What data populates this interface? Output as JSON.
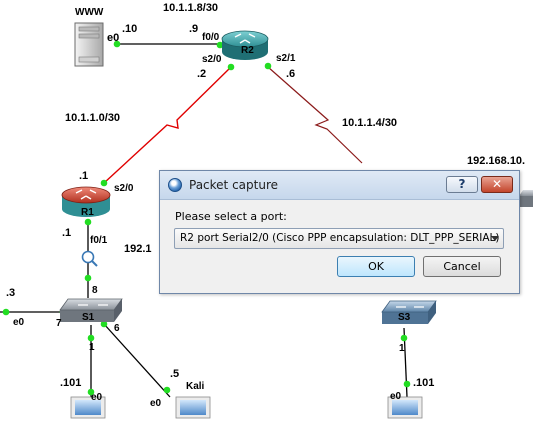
{
  "topology": {
    "devices": {
      "www_label": "WWW",
      "r2_label": "R2",
      "r1_label": "R1",
      "s1_label": "S1",
      "s3_label": "S3",
      "kali_label": "Kali"
    },
    "ip_labels": {
      "www_host": ".10",
      "r2_f00": ".9",
      "r2_s20": ".2",
      "r2_s21": ".6",
      "r1_s20": ".1",
      "r1_f01": ".1",
      "host_left": ".3",
      "pc1": ".101",
      "kali": ".5",
      "pc3": ".101"
    },
    "port_labels": {
      "www_e0": "e0",
      "r2_f00": "f0/0",
      "r2_s20": "s2/0",
      "r2_s21": "s2/1",
      "r1_s20": "s2/0",
      "r1_f01": "f0/1",
      "s1_p8": "8",
      "s1_p7": "7",
      "s1_p6": "6",
      "s1_p1": "1",
      "host_left_e0": "e0",
      "pc1_e0": "e0",
      "kali_e0": "e0",
      "s3_p1": "1",
      "pc3_e0": "e0"
    },
    "network_labels": {
      "net_top": "10.1.1.8/30",
      "net_left": "10.1.1.0/30",
      "net_right": "10.1.1.4/30",
      "net_192_right": "192.168.10.",
      "net_192_left": "192.1"
    }
  },
  "dialog": {
    "title": "Packet capture",
    "help_label": "?",
    "close_label": "✕",
    "prompt": "Please select a port:",
    "port_select_value": "R2 port Serial2/0 (Cisco PPP encapsulation: DLT_PPP_SERIAL)",
    "ok_label": "OK",
    "cancel_label": "Cancel"
  },
  "colors": {
    "serial_link": "#e00000",
    "ethernet_link": "#000000",
    "serial_link_right": "#8b1a1a",
    "port_status": "#22dd22",
    "router": "#2f8f94",
    "router_r1": "#c0392b",
    "switch": "#8a9199",
    "switch_s3": "#6a8fb0"
  }
}
